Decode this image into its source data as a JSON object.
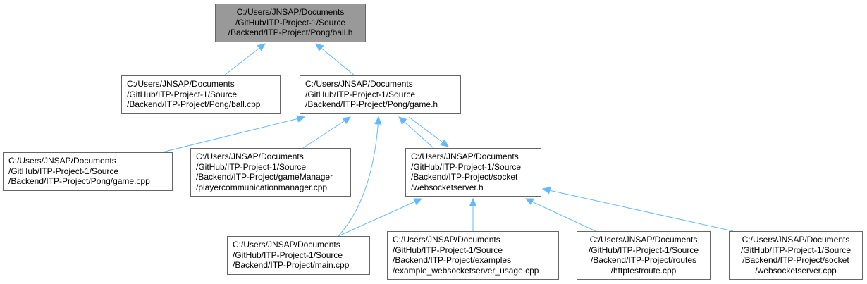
{
  "diagram": {
    "colors": {
      "node_border": "#666666",
      "current_fill": "#999999",
      "edge": "#63b8ff"
    },
    "nodes": [
      {
        "id": "ball_h",
        "current": true,
        "lines": [
          "C:/Users/JNSAP/Documents",
          "/GitHub/ITP-Project-1/Source",
          "/Backend/ITP-Project/Pong/ball.h"
        ]
      },
      {
        "id": "ball_cpp",
        "lines": [
          "C:/Users/JNSAP/Documents",
          "/GitHub/ITP-Project-1/Source",
          "/Backend/ITP-Project/Pong/ball.cpp"
        ]
      },
      {
        "id": "game_h",
        "lines": [
          "C:/Users/JNSAP/Documents",
          "/GitHub/ITP-Project-1/Source",
          "/Backend/ITP-Project/Pong/game.h"
        ]
      },
      {
        "id": "game_cpp",
        "lines": [
          "C:/Users/JNSAP/Documents",
          "/GitHub/ITP-Project-1/Source",
          "/Backend/ITP-Project/Pong/game.cpp"
        ]
      },
      {
        "id": "pcm_cpp",
        "lines": [
          "C:/Users/JNSAP/Documents",
          "/GitHub/ITP-Project-1/Source",
          "/Backend/ITP-Project/gameManager",
          "/playercommunicationmanager.cpp"
        ]
      },
      {
        "id": "wss_h",
        "lines": [
          "C:/Users/JNSAP/Documents",
          "/GitHub/ITP-Project-1/Source",
          "/Backend/ITP-Project/socket",
          "/websocketserver.h"
        ]
      },
      {
        "id": "main_cpp",
        "lines": [
          "C:/Users/JNSAP/Documents",
          "/GitHub/ITP-Project-1/Source",
          "/Backend/ITP-Project/main.cpp"
        ]
      },
      {
        "id": "example_cpp",
        "lines": [
          "C:/Users/JNSAP/Documents",
          "/GitHub/ITP-Project-1/Source",
          "/Backend/ITP-Project/examples",
          "/example_websocketserver_usage.cpp"
        ]
      },
      {
        "id": "httptest_cpp",
        "lines": [
          "C:/Users/JNSAP/Documents",
          "/GitHub/ITP-Project-1/Source",
          "/Backend/ITP-Project/routes",
          "/httptestroute.cpp"
        ]
      },
      {
        "id": "wss_cpp",
        "lines": [
          "C:/Users/JNSAP/Documents",
          "/GitHub/ITP-Project-1/Source",
          "/Backend/ITP-Project/socket",
          "/websocketserver.cpp"
        ]
      }
    ],
    "edges": [
      {
        "from": "ball_cpp",
        "to": "ball_h"
      },
      {
        "from": "game_h",
        "to": "ball_h"
      },
      {
        "from": "game_cpp",
        "to": "game_h"
      },
      {
        "from": "pcm_cpp",
        "to": "game_h"
      },
      {
        "from": "main_cpp",
        "to": "game_h"
      },
      {
        "from": "wss_h",
        "to": "game_h"
      },
      {
        "from": "game_h",
        "to": "wss_h"
      },
      {
        "from": "main_cpp",
        "to": "wss_h"
      },
      {
        "from": "example_cpp",
        "to": "wss_h"
      },
      {
        "from": "httptest_cpp",
        "to": "wss_h"
      },
      {
        "from": "wss_cpp",
        "to": "wss_h"
      }
    ]
  }
}
